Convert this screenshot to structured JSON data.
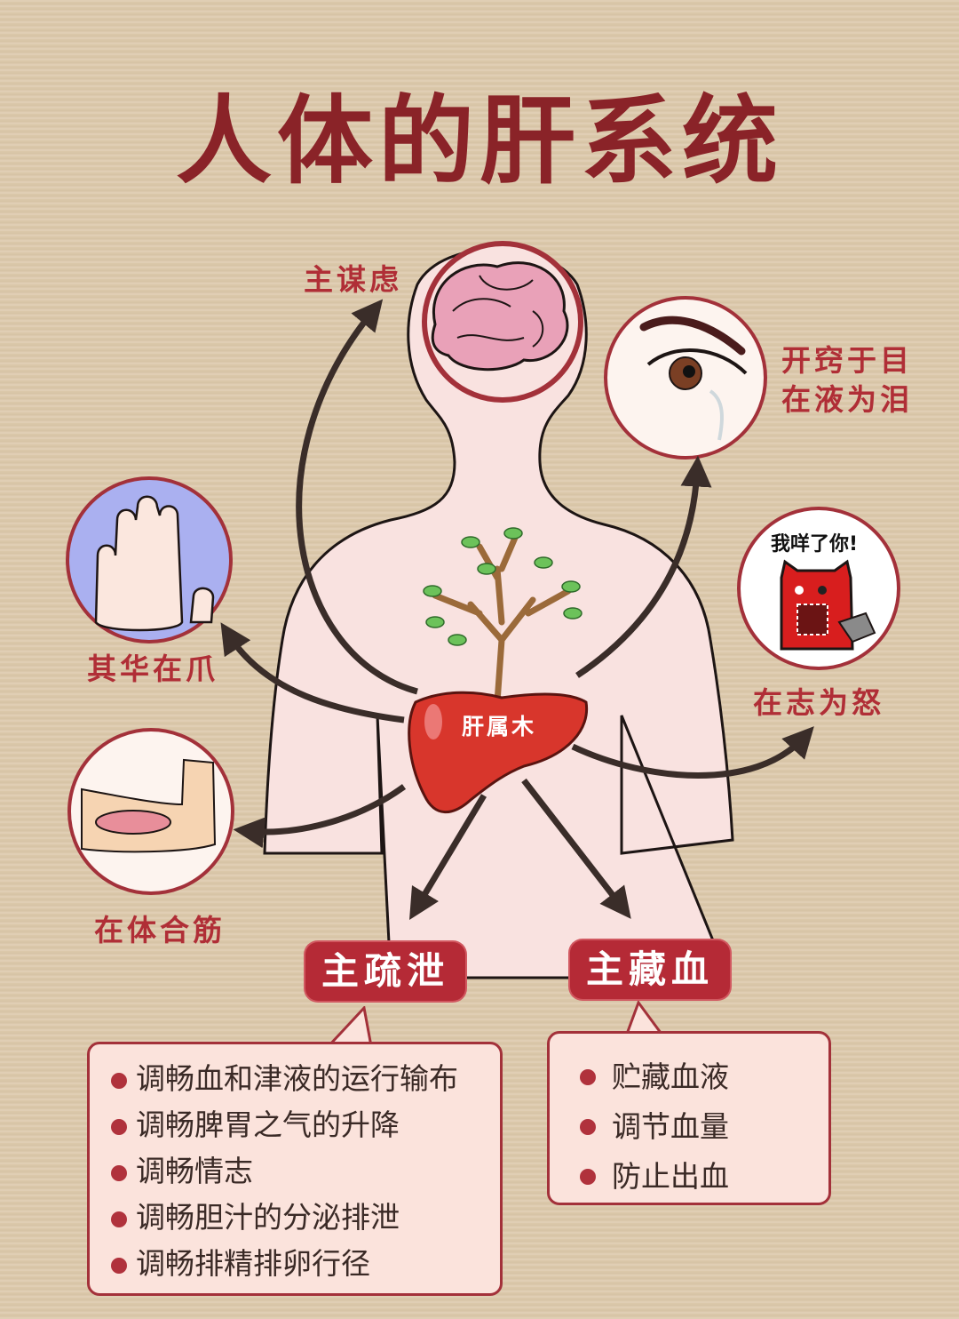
{
  "title": "人体的肝系统",
  "center": {
    "liver_label": "肝属木",
    "tree_icon": "tree-icon",
    "liver_icon": "liver-icon"
  },
  "labels": {
    "brain": "主谋虑",
    "eye_line1": "开窍于目",
    "eye_line2": "在液为泪",
    "anger": "在志为怒",
    "anger_speech": "我咩了你!",
    "nails": "其华在爪",
    "tendons": "在体合筋"
  },
  "functions": [
    {
      "title": "主疏泄",
      "items": [
        "调畅血和津液的运行输布",
        "调畅脾胃之气的升降",
        "调畅情志",
        "调畅胆汁的分泌排泄",
        "调畅排精排卵行径"
      ]
    },
    {
      "title": "主藏血",
      "items": [
        "贮藏血液",
        "调节血量",
        "防止出血"
      ]
    }
  ],
  "colors": {
    "background": "#dcc9ab",
    "accent_red": "#8a2328",
    "pill_red": "#b52a36",
    "bubble_fill": "#fbe3dc",
    "body_fill": "#f9e2e0",
    "arrow": "#3a2d29"
  }
}
